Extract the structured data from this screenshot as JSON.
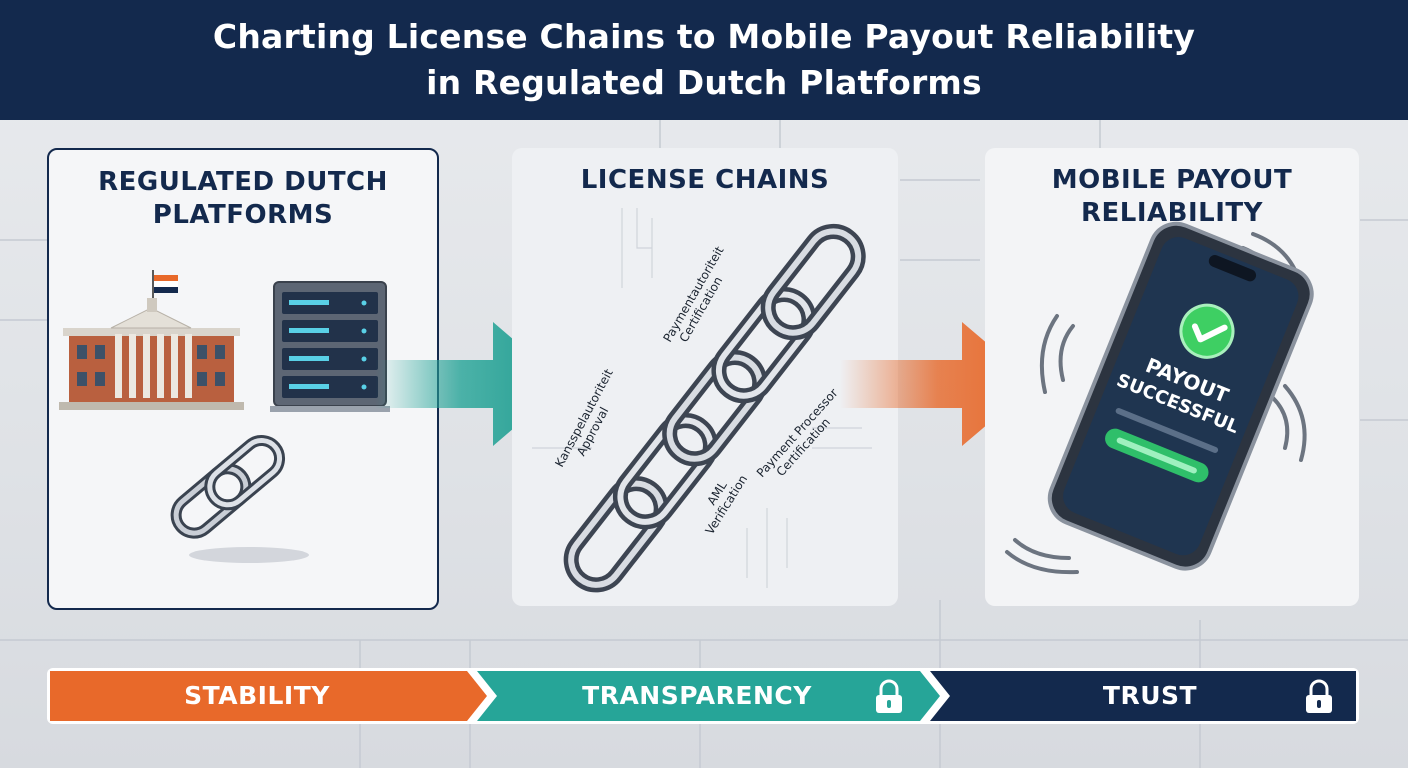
{
  "header": {
    "title_line1": "Charting License Chains to Mobile Payout Reliability",
    "title_line2": "in Regulated Dutch Platforms"
  },
  "panels": [
    {
      "title_line1": "REGULATED DUTCH",
      "title_line2": "PLATFORMS"
    },
    {
      "title_line1": "LICENSE CHAINS",
      "labels": {
        "payment_auth_1": "Paymentautoriteit",
        "payment_auth_2": "Certification",
        "kansspel_1": "Kansspelautoriteit",
        "kansspel_2": "Approval",
        "processor_1": "Payment Processor",
        "processor_2": "Certification",
        "aml_1": "AML",
        "aml_2": "Verification"
      }
    },
    {
      "title_line1": "MOBILE PAYOUT",
      "title_line2": "RELIABILITY",
      "screen_line1": "PAYOUT",
      "screen_line2": "SUCCESSFUL"
    }
  ],
  "bottom_bar": {
    "segments": [
      {
        "label": "STABILITY",
        "color": "#e8692a"
      },
      {
        "label": "TRANSPARENCY",
        "color": "#26a598"
      },
      {
        "label": "TRUST",
        "color": "#13294d"
      }
    ]
  },
  "colors": {
    "navy": "#13294d",
    "orange": "#e8692a",
    "teal": "#26a598",
    "success_green": "#3ecf63"
  },
  "icons": [
    "building-icon",
    "dutch-flag-icon",
    "server-rack-icon",
    "chain-link-icon",
    "smartphone-icon",
    "check-icon",
    "lock-icon"
  ]
}
